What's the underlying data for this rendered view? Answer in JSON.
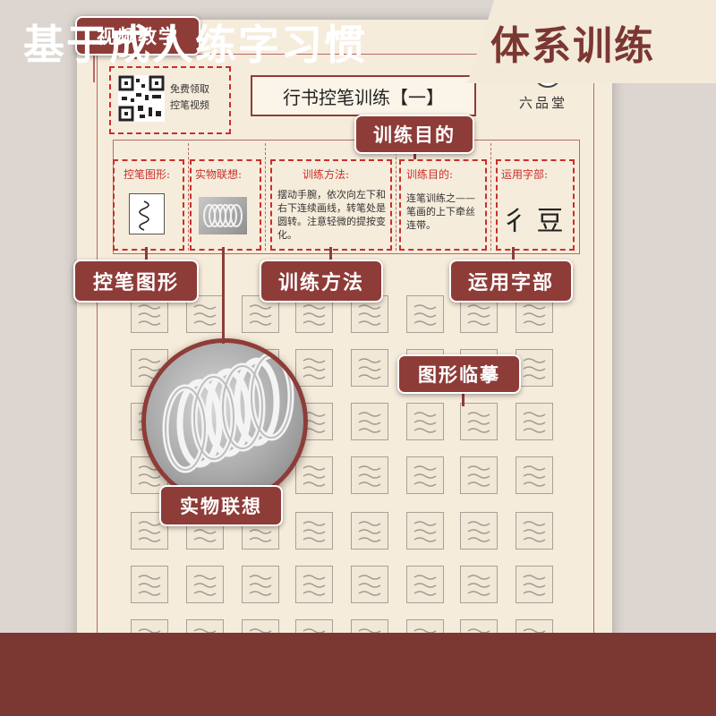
{
  "title": "行书控笔训练【一】",
  "brand": "六品堂",
  "qr": {
    "caption_line1": "免费领取",
    "caption_line2": "控笔视频"
  },
  "columns": {
    "shape": {
      "label": "控笔图形:"
    },
    "object": {
      "label": "实物联想:"
    },
    "method": {
      "label": "训练方法:",
      "text": "摆动手腕，依次向左下和右下连续画线，转笔处是圆转。注意轻微的提按变化。"
    },
    "purpose": {
      "label": "训练目的:",
      "text": "连笔训练之——笔画的上下牵丝连带。"
    },
    "radical": {
      "label": "运用字部:",
      "glyphs": "彳 豆"
    }
  },
  "callouts": {
    "video": "视频教学",
    "purpose": "训练目的",
    "shape": "控笔图形",
    "method": "训练方法",
    "radical": "运用字部",
    "trace": "图形临摹",
    "object": "实物联想"
  },
  "banner": {
    "left": "基于成人练字习惯",
    "right": "体系训练"
  },
  "colors": {
    "accent": "#8e3c38",
    "dashed": "#c8302c",
    "paper": "#f6ecdb",
    "banner": "#7b3732"
  }
}
